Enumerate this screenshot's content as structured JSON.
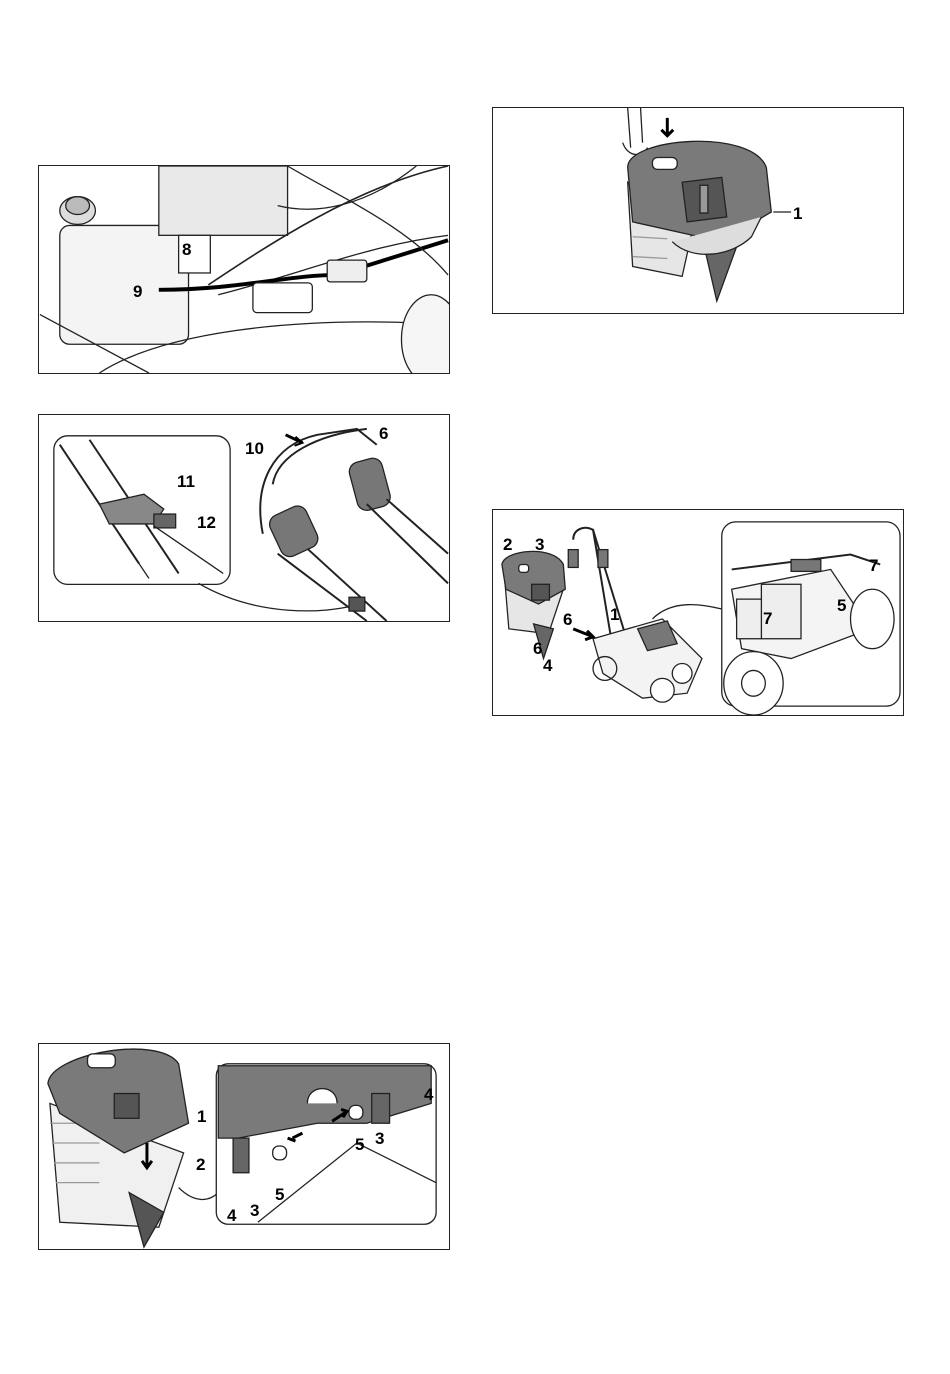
{
  "figures": {
    "fig_engine_cable": {
      "callouts": {
        "c8": "8",
        "c9": "9"
      }
    },
    "fig_handle_cable": {
      "callouts": {
        "c10": "10",
        "c6": "6",
        "c11": "11",
        "c12": "12"
      }
    },
    "fig_bag_lid": {
      "callouts": {
        "c1": "1",
        "c2": "2",
        "c3a": "3",
        "c3b": "3",
        "c4a": "4",
        "c4b": "4",
        "c5a": "5",
        "c5b": "5"
      }
    },
    "fig_bag_press": {
      "callouts": {
        "c1": "1"
      }
    },
    "fig_bag_attach": {
      "callouts": {
        "c2": "2",
        "c3": "3",
        "c1": "1",
        "c6a": "6",
        "c6b": "6",
        "c4": "4",
        "c7a": "7",
        "c7b": "7",
        "c5": "5"
      }
    }
  }
}
